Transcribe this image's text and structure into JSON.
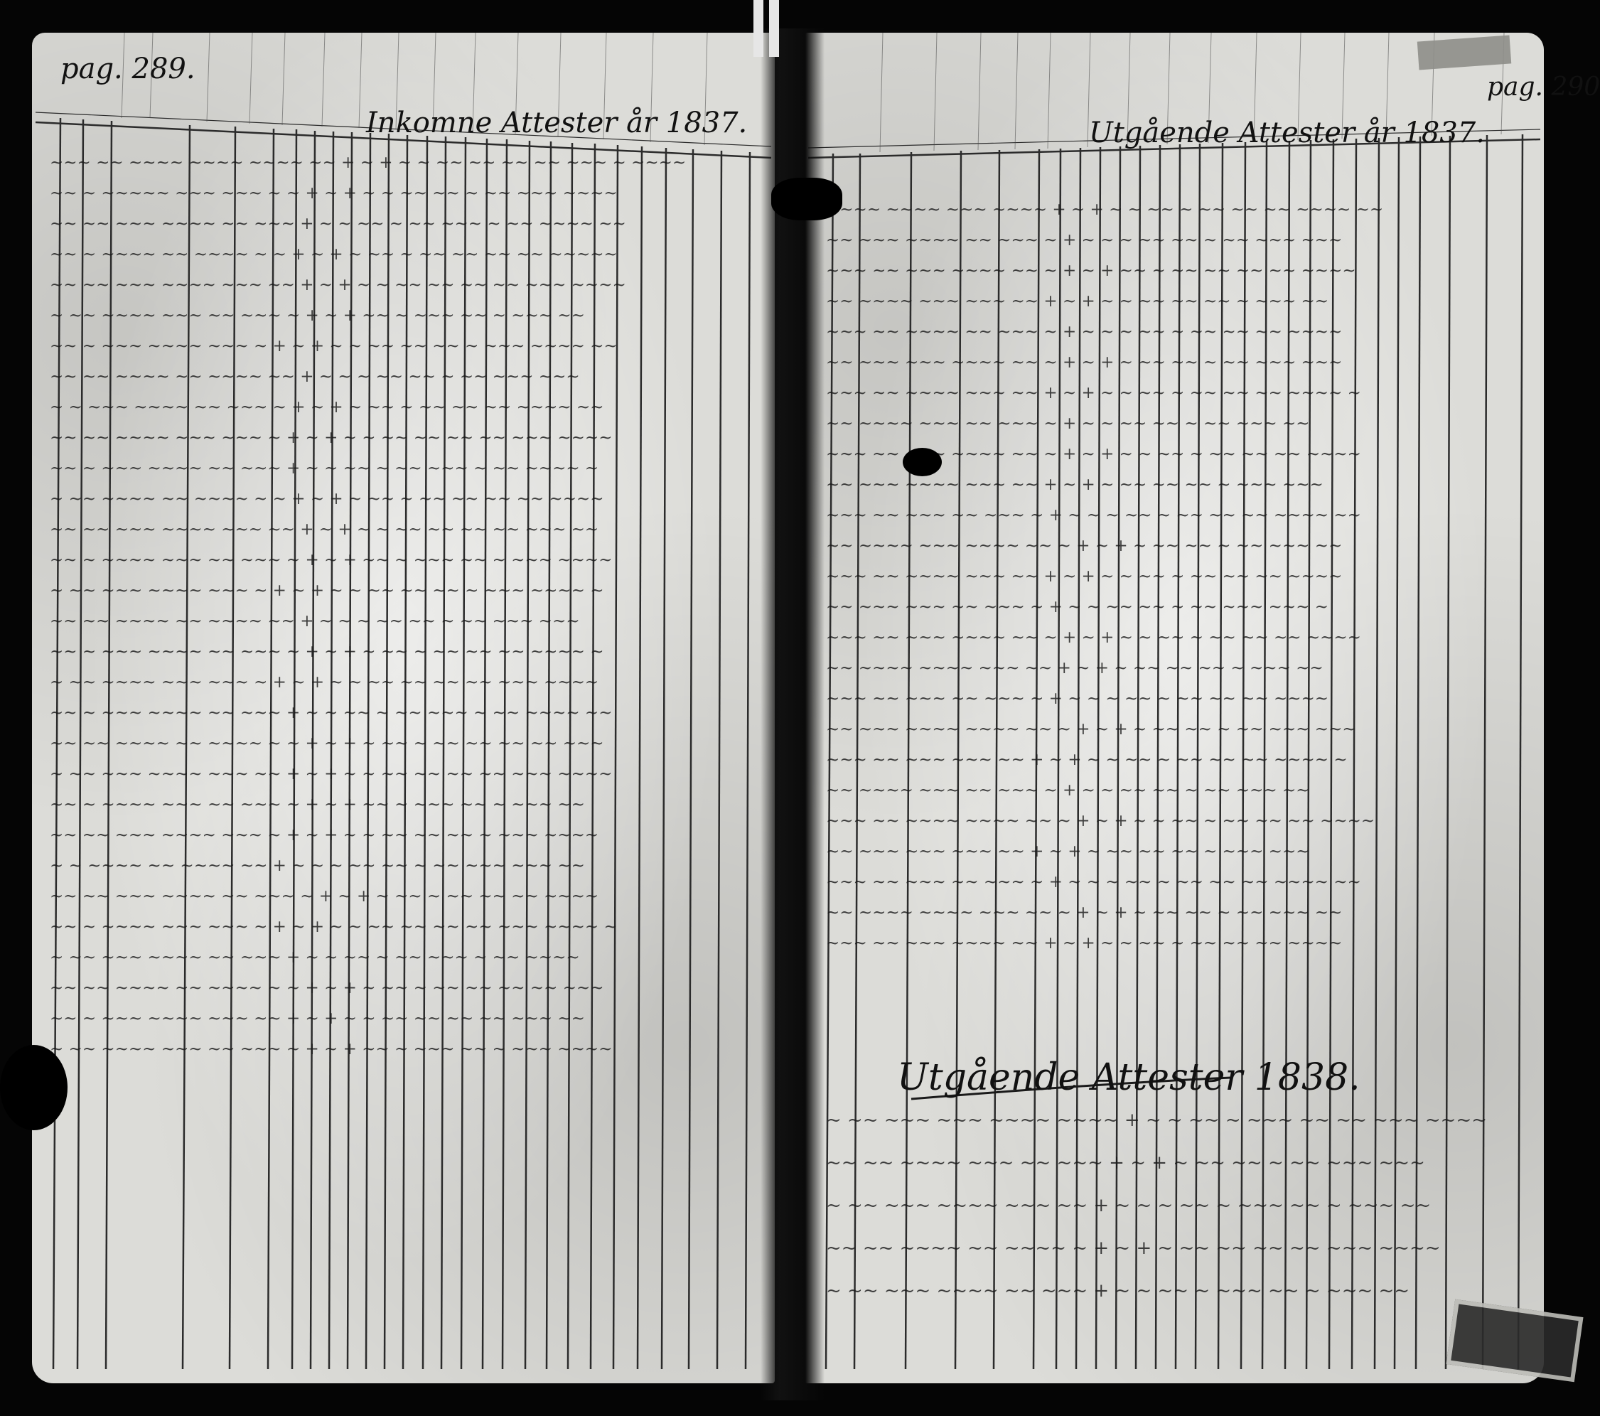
{
  "left_page": {
    "page_label": "pag. 289.",
    "heading": "Inkomne Attester år 1837."
  },
  "right_page": {
    "page_label": "pag. 290",
    "heading": "Utgående Attester år 1837.",
    "section_heading": "Utgående Attester 1838."
  }
}
